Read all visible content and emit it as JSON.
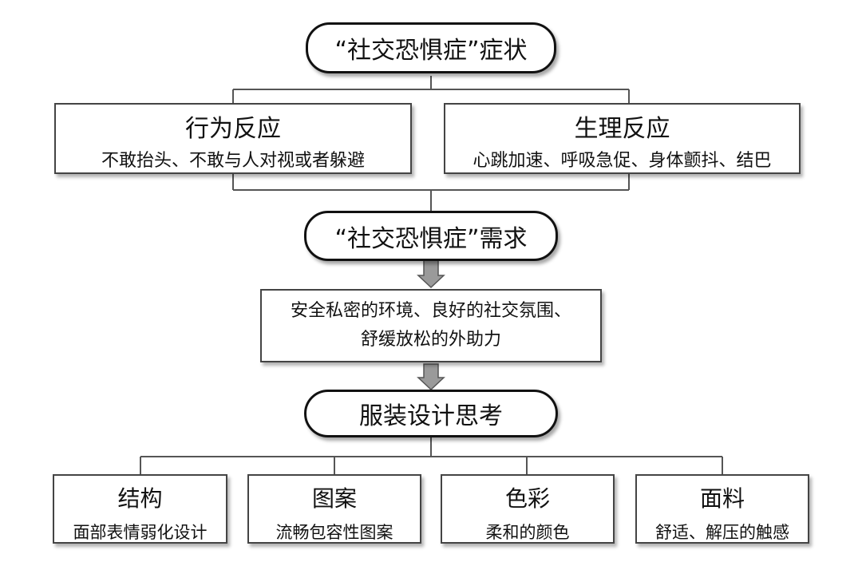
{
  "top": {
    "title": "“社交恐惧症”症状"
  },
  "symptoms": [
    {
      "title": "行为反应",
      "desc": "不敢抬头、不敢与人对视或者躲避"
    },
    {
      "title": "生理反应",
      "desc": "心跳加速、呼吸急促、身体颤抖、结巴"
    }
  ],
  "needs": {
    "title": "“社交恐惧症”需求",
    "lines": [
      "安全私密的环境、良好的社交氛围、",
      "舒缓放松的外助力"
    ]
  },
  "design": {
    "title": "服装设计思考",
    "items": [
      {
        "title": "结构",
        "desc": "面部表情弱化设计"
      },
      {
        "title": "图案",
        "desc": "流畅包容性图案"
      },
      {
        "title": "色彩",
        "desc": "柔和的颜色"
      },
      {
        "title": "面料",
        "desc": "舒适、解压的触感"
      }
    ]
  }
}
